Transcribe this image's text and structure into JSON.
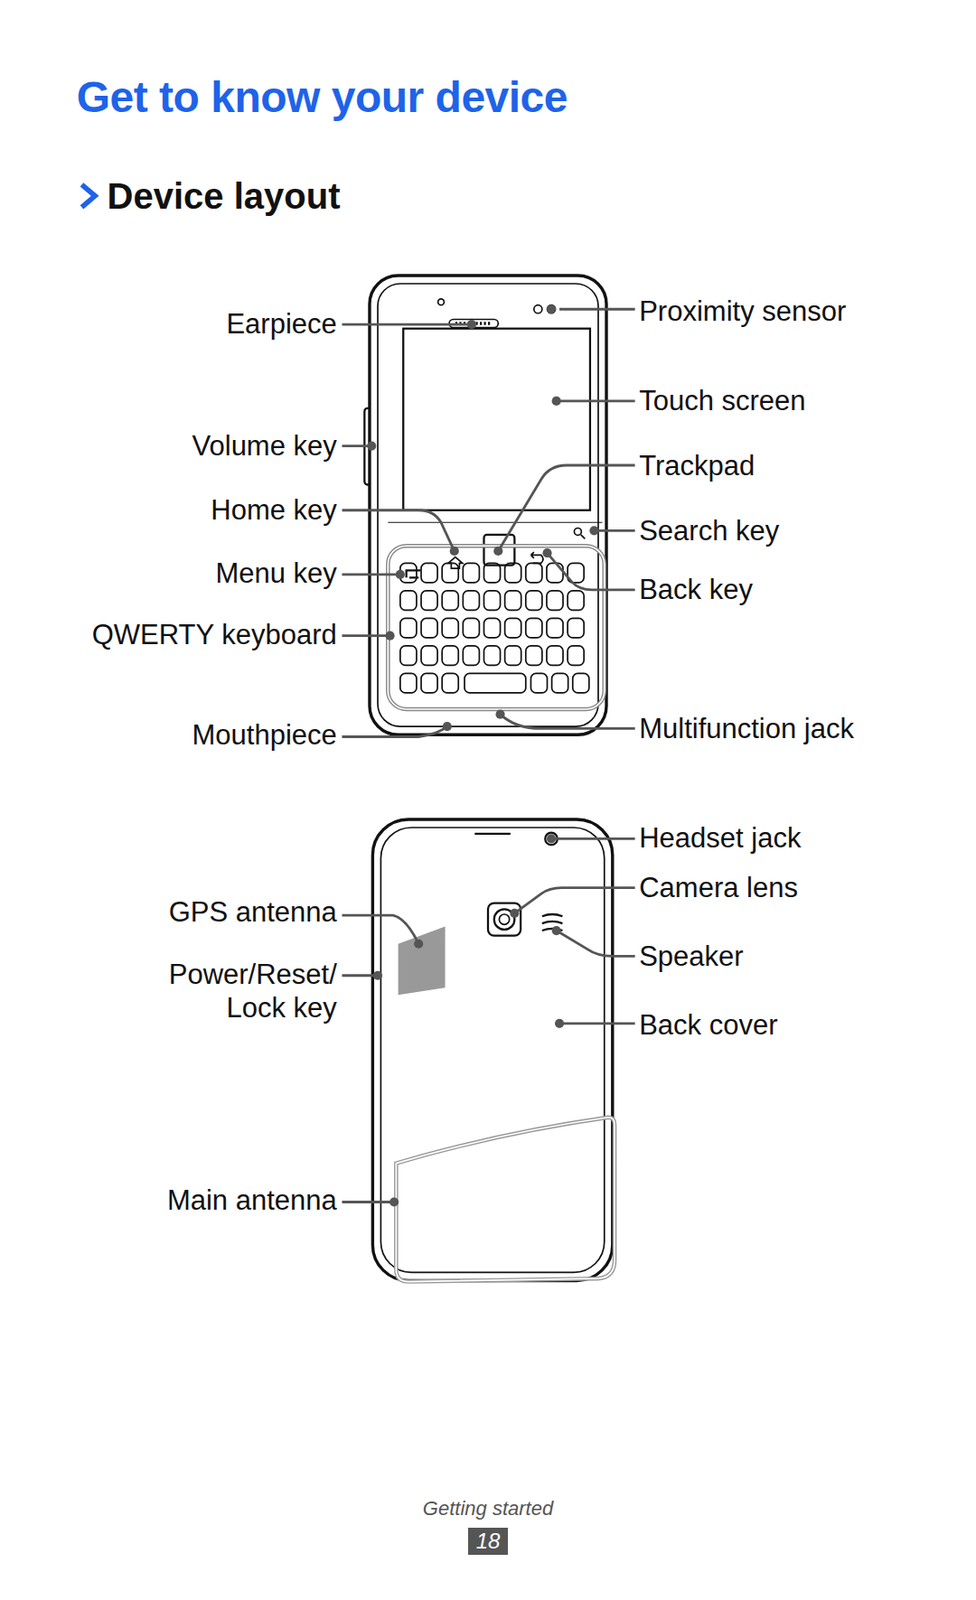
{
  "diagram": {
    "title": "Get to know your device",
    "labels": [
      "Device layout",
      "Earpiece",
      "Proximity sensor",
      "Touch screen",
      "Volume key",
      "Trackpad",
      "Home key",
      "Search key",
      "Menu key",
      "Back key",
      "QWERTY keyboard",
      "Multifunction jack",
      "Mouthpiece",
      "Headset jack",
      "Camera lens",
      "GPS antenna",
      "Speaker",
      "Power/Reset/ Lock key",
      "Back cover",
      "Main antenna",
      "Getting started",
      "18"
    ]
  }
}
